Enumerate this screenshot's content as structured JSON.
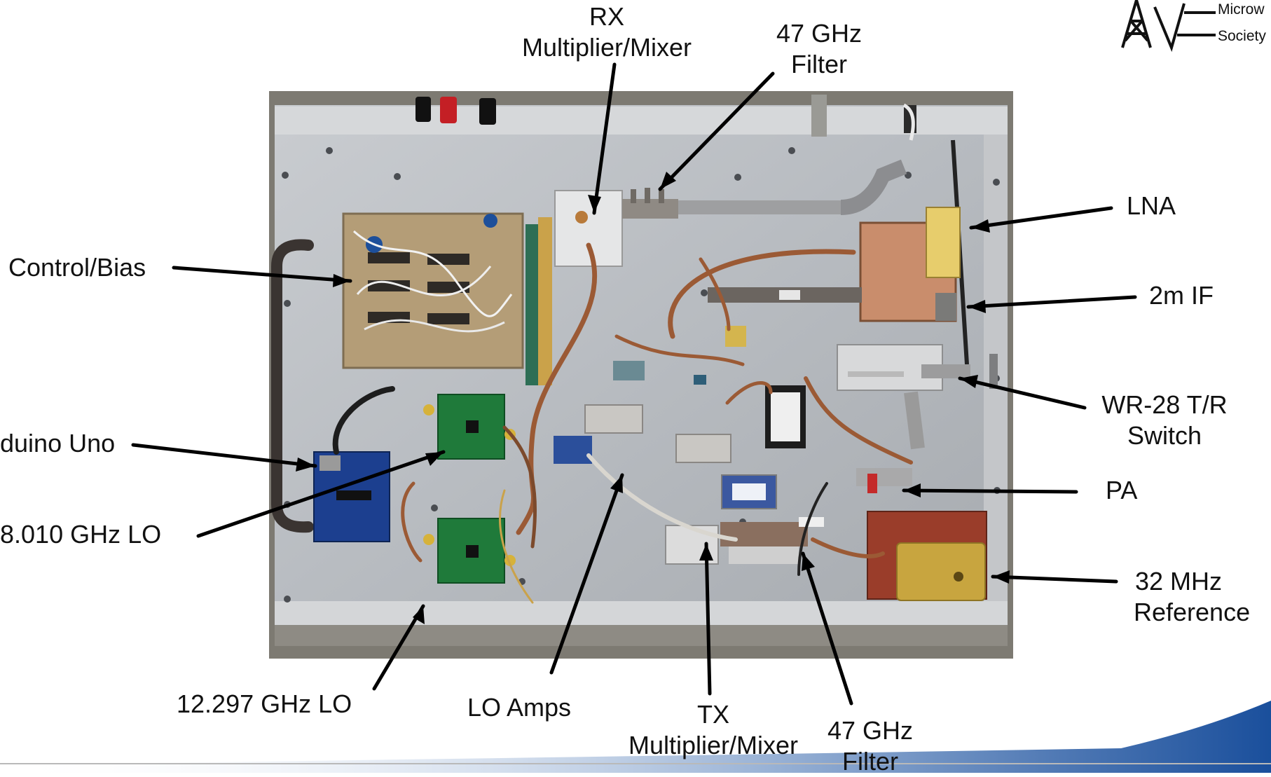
{
  "slide": {
    "logo": {
      "line1": "Microw",
      "line2": "Society"
    },
    "labels": {
      "rx_mixer": [
        "RX",
        "Multiplier/Mixer"
      ],
      "filter_top": [
        "47 GHz",
        "Filter"
      ],
      "control_bias": "Control/Bias",
      "lna": "LNA",
      "if_2m": "2m IF",
      "tr_switch": [
        "WR-28 T/R",
        "Switch"
      ],
      "arduino": "duino Uno",
      "pa": "PA",
      "lo_18": "8.010 GHz LO",
      "ref_32": [
        "32 MHz",
        "Reference"
      ],
      "lo_12": "12.297 GHz LO",
      "lo_amps": "LO Amps",
      "tx_mixer": [
        "TX",
        "Multiplier/Mixer"
      ],
      "filter_bottom": [
        "47 GHz",
        "Filter"
      ]
    },
    "colors": {
      "text": "#111111",
      "arrow": "#000000",
      "swoosh": "#1a4f9c",
      "pcb_green": "#1f7a3a",
      "arduino_blue": "#1c3f8f",
      "brass": "#b8973a"
    }
  }
}
